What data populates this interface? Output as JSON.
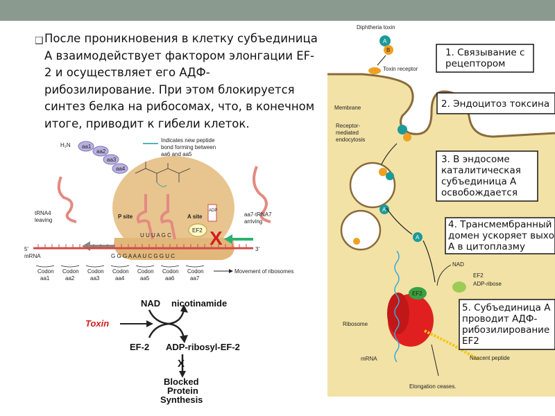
{
  "slide": {
    "bullet_text": "После проникновения в клетку субъединица А взаимодействует фактором элонгации EF-2 и осуществляет его АДФ-рибозилирование. При этом блокируется синтез белка на рибосомах, что, в конечном итоге, приводит к гибели клеток."
  },
  "ribosome_figure": {
    "legend": [
      "Indicates new peptide",
      "bond forming between",
      "aa6 and aa5"
    ],
    "chain": [
      "aa1",
      "aa2",
      "aa3",
      "aa4"
    ],
    "h2n": "H₂N",
    "psite": "P site",
    "asite": "A site",
    "trna_leaving": [
      "tRNA4",
      "leaving"
    ],
    "trna_arriving": [
      "aa7-tRNA7",
      "arriving"
    ],
    "mrna_label": "mRNA",
    "prime5": "5'",
    "prime3": "3'",
    "anticodons": "U U U A G C",
    "mrna_seq": "G G G A A A U C G G U C",
    "codons": [
      {
        "top": "Codon",
        "bot": "aa1"
      },
      {
        "top": "Codon",
        "bot": "aa2"
      },
      {
        "top": "Codon",
        "bot": "aa3"
      },
      {
        "top": "Codon",
        "bot": "aa4"
      },
      {
        "top": "Codon",
        "bot": "aa5"
      },
      {
        "top": "Codon",
        "bot": "aa6"
      },
      {
        "top": "Codon",
        "bot": "aa7"
      }
    ],
    "movement": "Movement of ribosomes",
    "adp": "ADP",
    "ef2": "EF2",
    "cross": "X"
  },
  "reaction": {
    "nad": "NAD",
    "nicotinamide": "nicotinamide",
    "toxin": "Toxin",
    "ef2": "EF-2",
    "product": "ADP-ribosyl-EF-2",
    "blocked": [
      "Blocked",
      "Protein",
      "Synthesis"
    ],
    "cross": "X"
  },
  "pathway": {
    "labels": {
      "toxin": "Diphtheria toxin",
      "receptor": "Toxin receptor",
      "membrane": "Membrane",
      "rme": [
        "Receptor-",
        "mediated",
        "endocytosis"
      ],
      "ribosome": "Ribosome",
      "mrna": "mRNA",
      "nad": "NAD",
      "ef2_right": "EF2",
      "adp_ribose": "ADP-ribose",
      "ef2_on_ribosome": "EF2",
      "nascent": "Nascent peptide",
      "elongation": "Elongation ceases.",
      "sub_a": "A",
      "sub_b": "B"
    },
    "steps": [
      [
        "1. Связывание с",
        "рецептором"
      ],
      [
        "2. Эндоцитоз токсина"
      ],
      [
        "3. В эндосоме",
        "каталитическая",
        "субъединица А",
        "освобождается"
      ],
      [
        "4. Трансмембранный",
        "домен ускоряет выход",
        "А в цитоплазму"
      ],
      [
        "5. Субъединица А",
        "проводит АДФ-",
        "рибозилирование",
        "EF2"
      ]
    ]
  },
  "colors": {
    "topbar": "#8a9a8e",
    "ribosome": "#e8c48f",
    "trna": "#e38a82",
    "mrna": "#d24a4a",
    "aa": "#b9b2e0",
    "toxin_red": "#d21f1f",
    "teal": "#1c9a9a",
    "orange": "#f0a020",
    "cell": "#f2e2a6",
    "ribo_red": "#e02020",
    "ef2_green": "#3aa040",
    "adp_green": "#9ccc55"
  }
}
